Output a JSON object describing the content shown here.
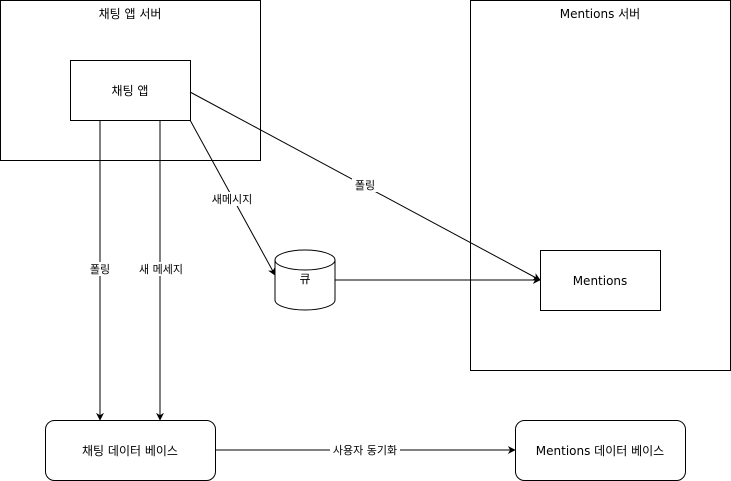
{
  "diagram": {
    "containers": {
      "chat_server": {
        "title": "채팅 앱 서버"
      },
      "mentions_server": {
        "title": "Mentions 서버"
      }
    },
    "nodes": {
      "chat_app": {
        "label": "채팅 앱"
      },
      "mentions": {
        "label": "Mentions"
      },
      "queue": {
        "label": "큐"
      },
      "chat_db": {
        "label": "채팅 데이터 베이스"
      },
      "mentions_db": {
        "label": "Mentions 데이터 베이스"
      }
    },
    "edges": {
      "chat_to_queue": {
        "label": "새메시지"
      },
      "chat_to_mentions": {
        "label": "폴링"
      },
      "chat_db_polling": {
        "label": "폴링"
      },
      "chat_db_new_message": {
        "label": "새 메세지"
      },
      "db_sync": {
        "label": "사용자 동기화"
      }
    },
    "colors": {
      "stroke": "#000000",
      "fill": "#ffffff"
    }
  }
}
